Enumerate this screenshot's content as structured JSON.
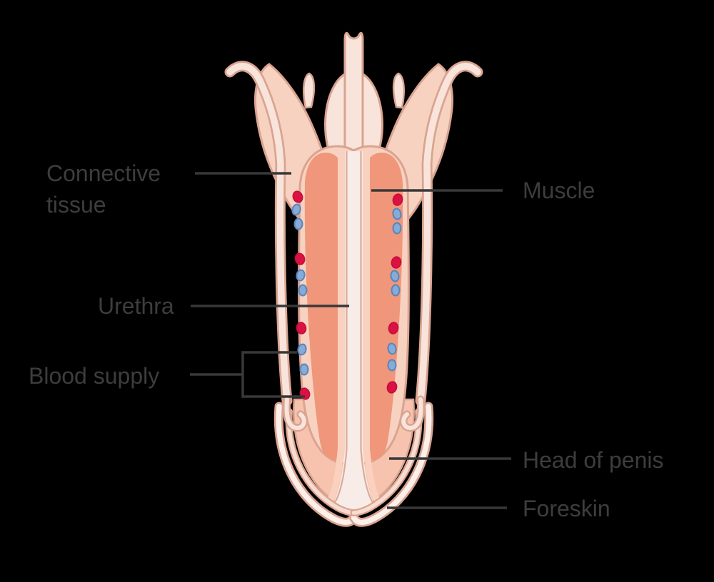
{
  "diagram_labels": {
    "connective_tissue": {
      "line1": "Connective",
      "line2": "tissue"
    },
    "urethra": "Urethra",
    "blood_supply": "Blood supply",
    "muscle": "Muscle",
    "head_of_penis": "Head of penis",
    "foreskin": "Foreskin"
  },
  "colors": {
    "background": "#000000",
    "outline": "#d9a491",
    "skin_light": "#f9e4db",
    "foreskin_inner_band": "#f9dcd0",
    "connective_tissue": "#f8d2c1",
    "muscle": "#f0967a",
    "glans": "#f7c3ae",
    "urethra_channel": "#f8ece8",
    "urethra_stripe": "#fad1bf",
    "label_text": "#3d3d3d",
    "label_line": "#383838",
    "blood_red": "#dc1143",
    "blood_red_edge": "#c00d3a",
    "blood_blue": "#85abd6",
    "blood_blue_edge": "#5b84bb"
  },
  "blood_supply_dots": {
    "dots_per_side": 10,
    "pattern_top_to_bottom": [
      "red",
      "blue",
      "blue",
      "red",
      "blue",
      "blue",
      "red",
      "blue",
      "blue",
      "red"
    ]
  }
}
